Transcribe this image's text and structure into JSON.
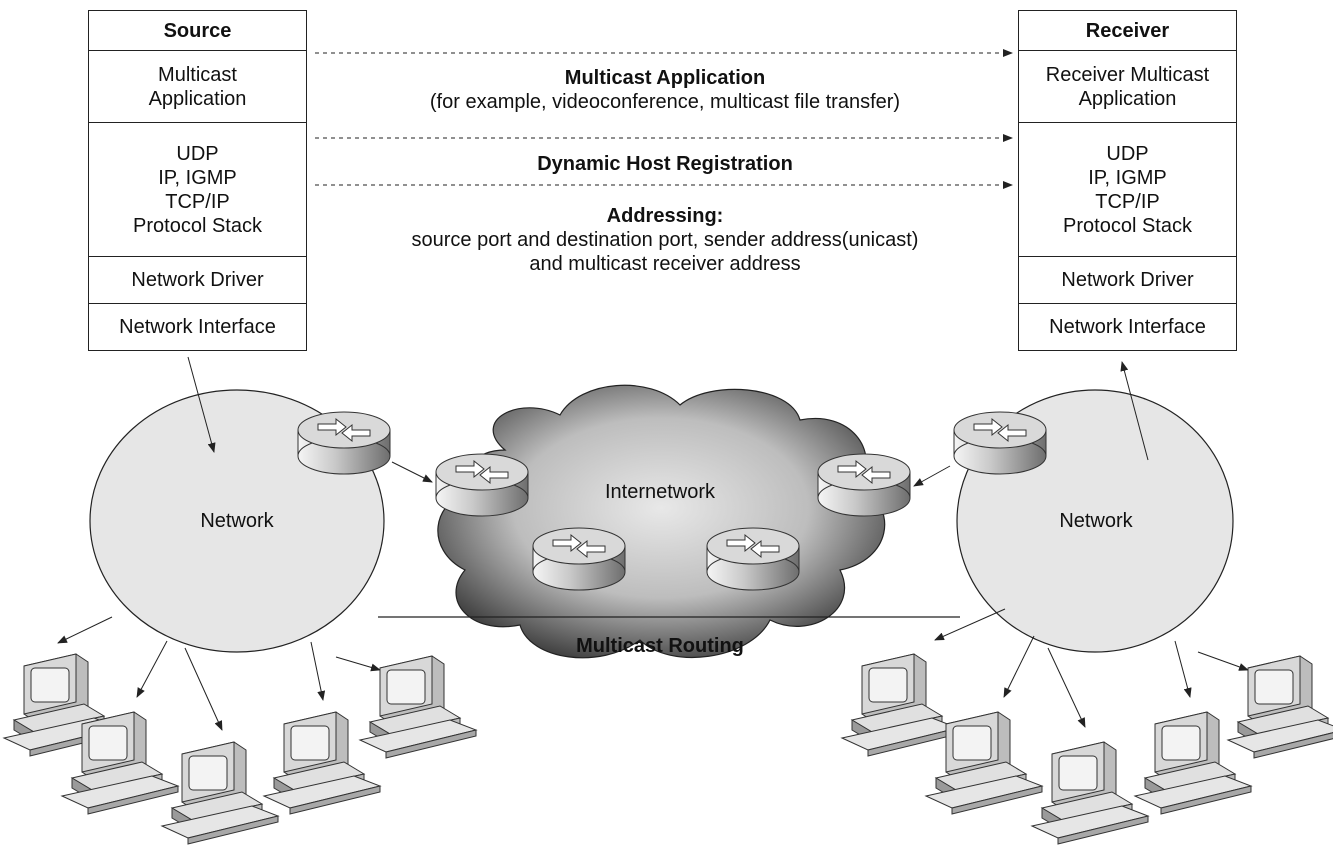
{
  "source": {
    "title": "Source",
    "app_line1": "Multicast",
    "app_line2": "Application",
    "stack_line1": "UDP",
    "stack_line2": "IP, IGMP",
    "stack_line3": "TCP/IP",
    "stack_line4": "Protocol Stack",
    "driver": "Network Driver",
    "interface": "Network Interface"
  },
  "receiver": {
    "title": "Receiver",
    "app_line1": "Receiver Multicast",
    "app_line2": "Application",
    "stack_line1": "UDP",
    "stack_line2": "IP, IGMP",
    "stack_line3": "TCP/IP",
    "stack_line4": "Protocol Stack",
    "driver": "Network Driver",
    "interface": "Network Interface"
  },
  "middle": {
    "app_title": "Multicast Application",
    "app_example": "(for example, videoconference, multicast file transfer)",
    "registration": "Dynamic Host Registration",
    "addressing_title": "Addressing:",
    "addressing_line1": "source port and destination port, sender address(unicast)",
    "addressing_line2": "and multicast receiver address"
  },
  "network_left": "Network",
  "network_right": "Network",
  "internetwork": "Internetwork",
  "multicast_routing": "Multicast Routing",
  "colors": {
    "line": "#222222",
    "network_fill": "#e6e6e6",
    "cloud_fill": "#b5b5b5",
    "router_fill": "#c4c4c4",
    "pc_fill": "#cfcfcf"
  }
}
